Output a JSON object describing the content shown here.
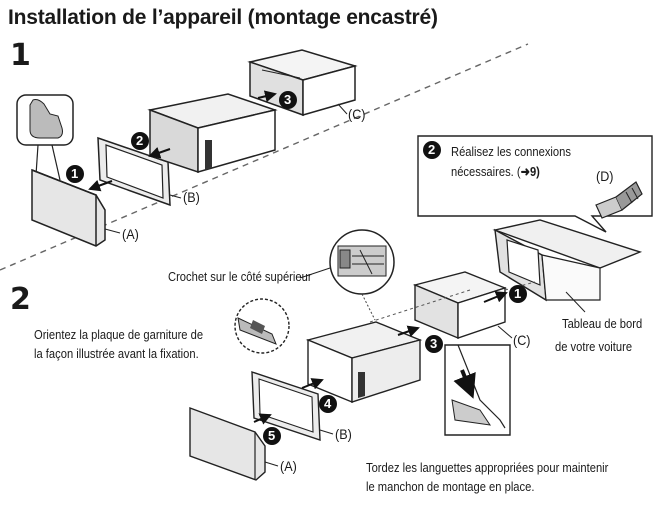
{
  "title": "Installation de l’appareil (montage encastré)",
  "steps": {
    "one": "1",
    "two": "2"
  },
  "labels": {
    "A": "(A)",
    "B": "(B)",
    "C": "(C)",
    "D": "(D)"
  },
  "circled_numbers": [
    "1",
    "2",
    "3",
    "4",
    "5"
  ],
  "callouts": {
    "connections_line1": "Réalisez les connexions",
    "connections_line2": "nécessaires. (",
    "connections_ref": "➜9)",
    "hook": "Crochet sur le côté supérieur",
    "orient_line1": "Orientez la plaque de garniture de",
    "orient_line2": "la façon illustrée avant la fixation.",
    "dashboard_line1": "Tableau de bord",
    "dashboard_line2": "de votre voiture",
    "bend_line1": "Tordez les languettes appropriées pour maintenir",
    "bend_line2": "le manchon de montage en place."
  }
}
